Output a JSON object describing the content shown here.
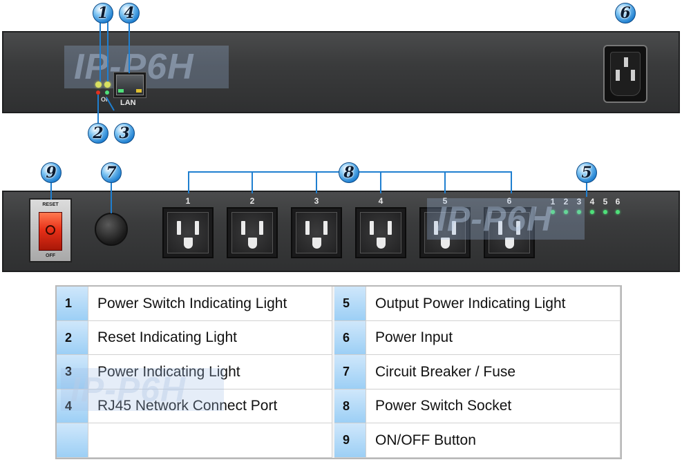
{
  "top_panel": {
    "watermark": "IP-P6H",
    "lan_label": "LAN",
    "led_caption": "OI"
  },
  "bottom_panel": {
    "watermark": "IP-P6H",
    "switch_top_label": "RESET",
    "switch_bottom_label": "OFF",
    "outlets": [
      "1",
      "2",
      "3",
      "4",
      "5",
      "6"
    ],
    "output_leds": [
      "1",
      "2",
      "3",
      "4",
      "5",
      "6"
    ]
  },
  "callouts": {
    "c1": "1",
    "c2": "2",
    "c3": "3",
    "c4": "4",
    "c5": "5",
    "c6": "6",
    "c7": "7",
    "c8": "8",
    "c9": "9"
  },
  "legend": {
    "watermark": "IP-P6H",
    "left": [
      {
        "num": "1",
        "text": "Power Switch Indicating Light"
      },
      {
        "num": "2",
        "text": "Reset Indicating Light"
      },
      {
        "num": "3",
        "text": "Power Indicating Light"
      },
      {
        "num": "4",
        "text": "RJ45 Network Connect Port"
      },
      {
        "num": "",
        "text": ""
      }
    ],
    "right": [
      {
        "num": "5",
        "text": "Output Power Indicating Light"
      },
      {
        "num": "6",
        "text": "Power Input"
      },
      {
        "num": "7",
        "text": "Circuit Breaker / Fuse"
      },
      {
        "num": "8",
        "text": "Power Switch Socket"
      },
      {
        "num": "9",
        "text": "ON/OFF Button"
      }
    ]
  },
  "colors": {
    "callout_blue": "#1f7fd0",
    "panel": "#3a3b3c",
    "led_green": "#4fe07a",
    "led_red": "#e03020",
    "led_yellow": "#d8e060",
    "switch_red": "#e83018"
  }
}
